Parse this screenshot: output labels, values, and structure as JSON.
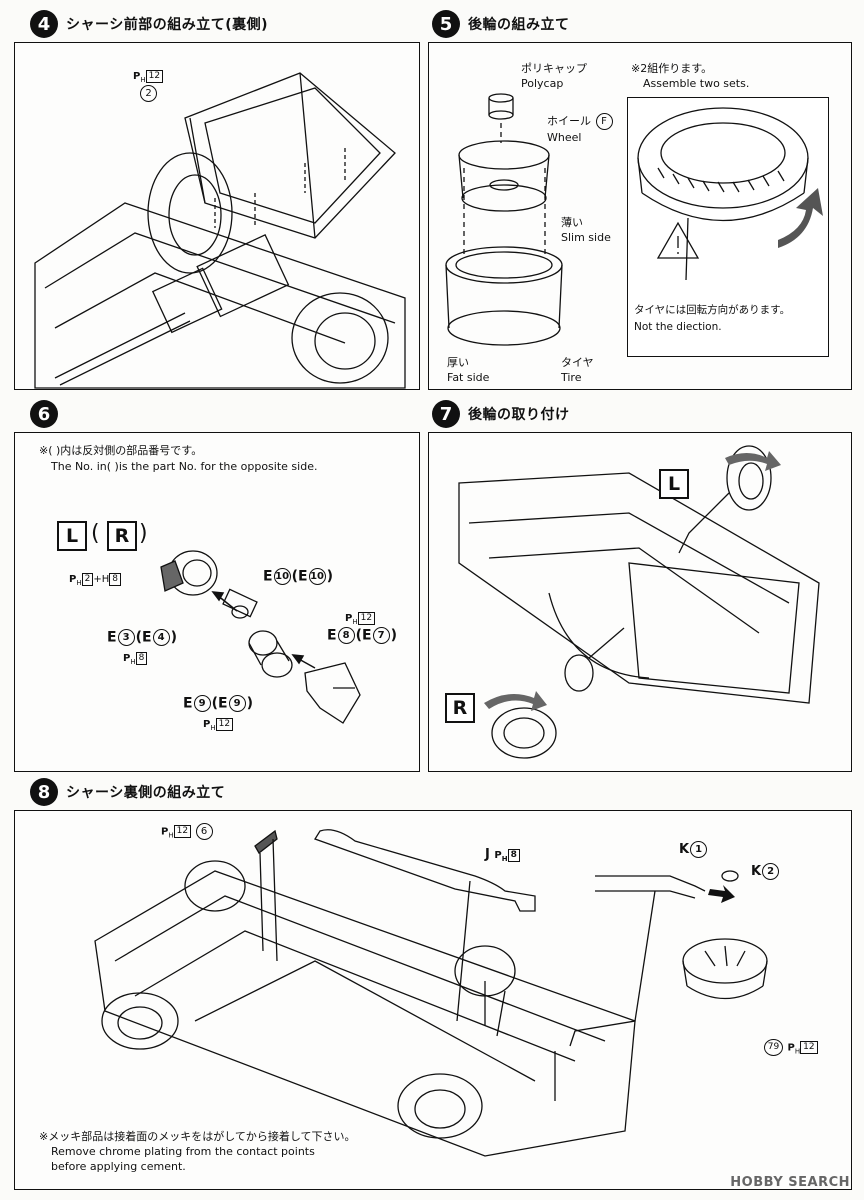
{
  "steps": {
    "s4": {
      "num": "4",
      "title": "シャーシ前部の組み立て(裏側)",
      "ref_prefix": "P",
      "ref_sub": "H",
      "ref_box": "12",
      "part": "2"
    },
    "s5": {
      "num": "5",
      "title": "後輪の組み立て",
      "polycap_jp": "ポリキャップ",
      "polycap_en": "Polycap",
      "wheel_jp": "ホイール",
      "wheel_en": "Wheel",
      "wheel_part": "F",
      "slim_jp": "薄い",
      "slim_en": "Slim side",
      "fat_jp": "厚い",
      "fat_en": "Fat side",
      "tire_jp": "タイヤ",
      "tire_en": "Tire",
      "note_jp": "※2組作ります。",
      "note_en": "Assemble two sets.",
      "warn_jp": "タイヤには回転方向があります。",
      "warn_en": "Not the diection."
    },
    "s6": {
      "num": "6",
      "note_jp": "※(  )内は反対側の部品番号です。",
      "note_en": "The No. in(   )is the part No. for the opposite side.",
      "L": "L",
      "R": "R",
      "ref_a": "2",
      "ref_b": "8",
      "e10a": "E",
      "e10n": "10",
      "e10b": "E",
      "e10m": "10",
      "e3a": "E",
      "e3n": "3",
      "e4b": "E",
      "e4n": "4",
      "e3ref": "8",
      "e8a": "E",
      "e8n": "8",
      "e7b": "E",
      "e7n": "7",
      "e8ref": "12",
      "e9a": "E",
      "e9n": "9",
      "e9b": "E",
      "e9m": "9",
      "e9ref": "12"
    },
    "s7": {
      "num": "7",
      "title": "後輪の取り付け",
      "L": "L",
      "R": "R"
    },
    "s8": {
      "num": "8",
      "title": "シャーシ裏側の組み立て",
      "ref6": "12",
      "part6": "6",
      "j": "J",
      "jref": "8",
      "k1": "K",
      "k1n": "1",
      "k2": "K",
      "k2n": "2",
      "p79": "79",
      "p79ref": "12",
      "note_jp": "※メッキ部品は接着面のメッキをはがしてから接着して下さい。",
      "note_en1": "Remove chrome plating from the contact points",
      "note_en2": "before applying cement."
    }
  },
  "watermark": "HOBBY SEARCH"
}
